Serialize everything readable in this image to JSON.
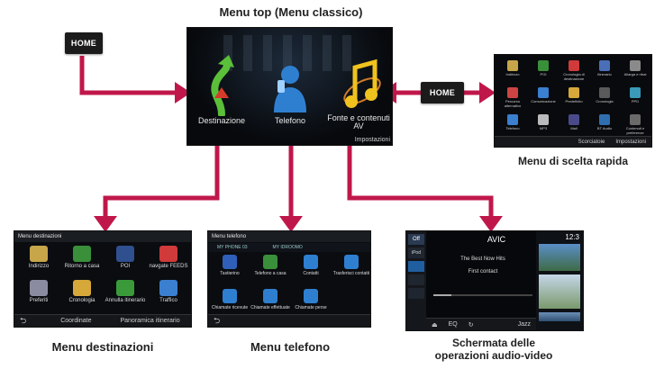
{
  "captions": {
    "menu_top": "Menu top (Menu classico)",
    "scelta_rapida": "Menu di scelta rapida",
    "destinazioni": "Menu destinazioni",
    "telefono": "Menu telefono",
    "audio_video_line1": "Schermata delle",
    "audio_video_line2": "operazioni audio-video"
  },
  "home_buttons": {
    "left": "HOME",
    "right": "HOME"
  },
  "main_screen": {
    "items": [
      "Destinazione",
      "Telefono",
      "Fonte e contenuti AV"
    ],
    "bottom": "Impostazioni"
  },
  "shortcut_screen": {
    "tiles": [
      "Indirizzo",
      "POI",
      "Cronologia di destinazione",
      "Itinerario",
      "Allarga e ritrai",
      "Percorso alternativo",
      "Comunicazione",
      "Predefinito",
      "Cronologia",
      "PPD",
      "Telefono",
      "MP3",
      "Mail",
      "BT Audio",
      "Contenuti e preferenze"
    ],
    "bottom_left": "Scorciatoie",
    "bottom_right": "Impostazioni"
  },
  "dest_screen": {
    "title": "Menu destinazioni",
    "tiles": [
      "Indirizzo",
      "Ritorno a casa",
      "POI",
      "navgate FEEDS",
      "Preferiti",
      "Cronologia",
      "Annulla itinerario",
      "Traffico"
    ],
    "bottom": [
      "Coordinate",
      "Panoramica itinerario"
    ]
  },
  "phone_screen": {
    "title": "Menu telefono",
    "device_a": "MY PHONE 03",
    "device_b": "MY IDROOMO",
    "tiles": [
      "Tastierino",
      "Telefono a casa",
      "Contatti",
      "Trasferisci contatti",
      "Chiamate ricevute",
      "Chiamate effettuate",
      "Chiamate perse"
    ]
  },
  "av_screen": {
    "source": "AVIC",
    "song": "The Best Now Hits",
    "artist": "First contact",
    "side_label_top": "Off",
    "side_label_ipod": "iPod",
    "clock": "12:3",
    "bottom_eq": "EQ",
    "bottom_right": "Jazz"
  },
  "colors": {
    "arrow": "#c0174a",
    "screen_bg": "#050608"
  }
}
